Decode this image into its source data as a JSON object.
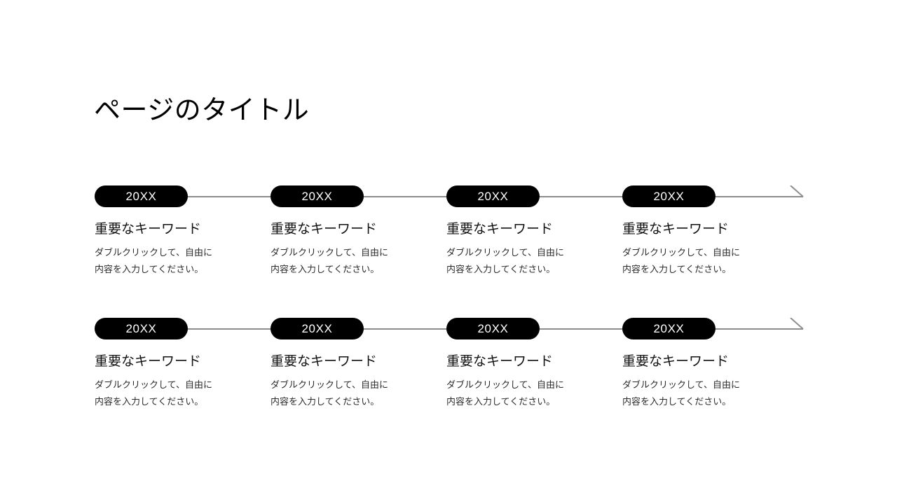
{
  "slide": {
    "title": "ページのタイトル",
    "background_color": "#ffffff",
    "accent_color": "#000000",
    "line_color": "#8c8c8c"
  },
  "timeline": {
    "rows": [
      {
        "name": "timeline-row-1",
        "arrow": "arrow-right",
        "items": [
          {
            "year": "20XX",
            "heading": "重要なキーワード",
            "body_line_1": "ダブルクリックして、自由に",
            "body_line_2": "内容を入力してください。"
          },
          {
            "year": "20XX",
            "heading": "重要なキーワード",
            "body_line_1": "ダブルクリックして、自由に",
            "body_line_2": "内容を入力してください。"
          },
          {
            "year": "20XX",
            "heading": "重要なキーワード",
            "body_line_1": "ダブルクリックして、自由に",
            "body_line_2": "内容を入力してください。"
          },
          {
            "year": "20XX",
            "heading": "重要なキーワード",
            "body_line_1": "ダブルクリックして、自由に",
            "body_line_2": "内容を入力してください。"
          }
        ]
      },
      {
        "name": "timeline-row-2",
        "arrow": "arrow-right",
        "items": [
          {
            "year": "20XX",
            "heading": "重要なキーワード",
            "body_line_1": "ダブルクリックして、自由に",
            "body_line_2": "内容を入力してください。"
          },
          {
            "year": "20XX",
            "heading": "重要なキーワード",
            "body_line_1": "ダブルクリックして、自由に",
            "body_line_2": "内容を入力してください。"
          },
          {
            "year": "20XX",
            "heading": "重要なキーワード",
            "body_line_1": "ダブルクリックして、自由に",
            "body_line_2": "内容を入力してください。"
          },
          {
            "year": "20XX",
            "heading": "重要なキーワード",
            "body_line_1": "ダブルクリックして、自由に",
            "body_line_2": "内容を入力してください。"
          }
        ]
      }
    ]
  }
}
